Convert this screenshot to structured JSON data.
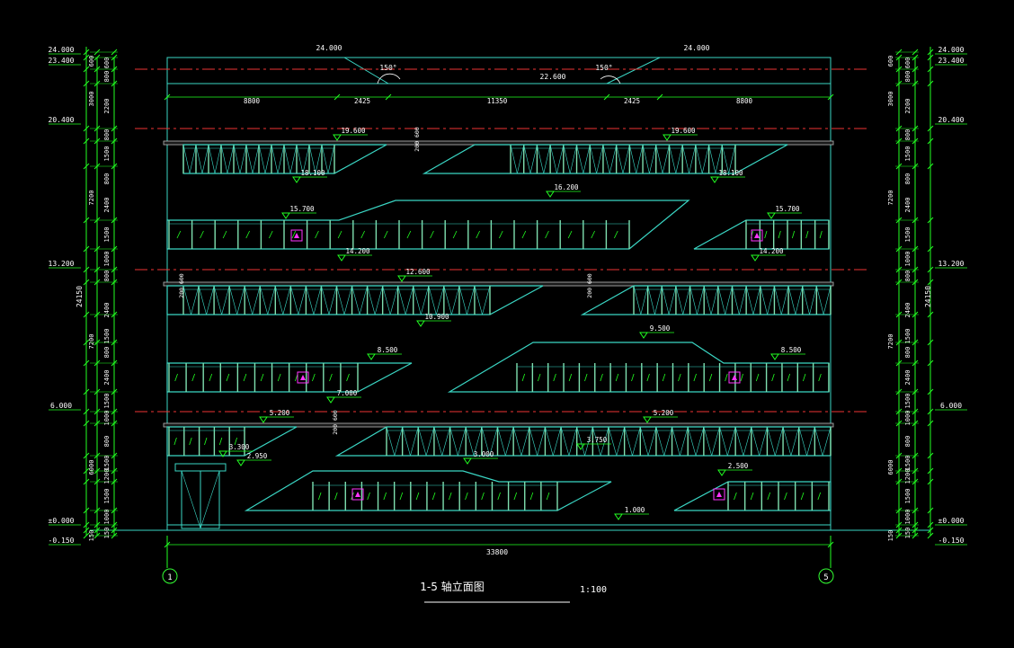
{
  "drawing": {
    "title": "1-5 轴立面图",
    "scale": "1:100",
    "overall_width": "33800",
    "axis_left": "1",
    "axis_right": "5"
  },
  "elevations_left": [
    "24.000",
    "23.400",
    "20.400",
    "13.200",
    "6.000",
    "±0.000",
    "-0.150"
  ],
  "elevations_right": [
    "24.000",
    "23.400",
    "20.400",
    "13.200",
    "6.000",
    "±0.000",
    "-0.150"
  ],
  "floor_dims": [
    "150",
    "1000",
    "1500",
    "1200",
    "1500",
    "800",
    "1000",
    "1500",
    "2400",
    "800",
    "1500",
    "2400",
    "800",
    "1000",
    "1500",
    "2400",
    "800",
    "1500",
    "800",
    "2200",
    "800",
    "600"
  ],
  "storey_dims": [
    "150",
    "6000",
    "7200",
    "7200",
    "3000",
    "600"
  ],
  "total_height": "24150",
  "top_dims": [
    "8800",
    "2425",
    "11350",
    "2425",
    "8800"
  ],
  "roof": {
    "ridge_left": "24.000",
    "ridge_right": "24.000",
    "eave": "22.600",
    "angle_left": "150°",
    "angle_right": "150°"
  },
  "level_tags": [
    "19.600",
    "19.600",
    "18.100",
    "18.100",
    "16.200",
    "15.700",
    "15.700",
    "14.200",
    "14.200",
    "12.600",
    "10.900",
    "9.500",
    "8.500",
    "8.500",
    "7.000",
    "5.200",
    "5.200",
    "3.750",
    "3.300",
    "2.950",
    "3.000",
    "2.500",
    "1.000"
  ],
  "side_dims": [
    "200 600",
    "200 600",
    "200 600",
    "200 600"
  ]
}
